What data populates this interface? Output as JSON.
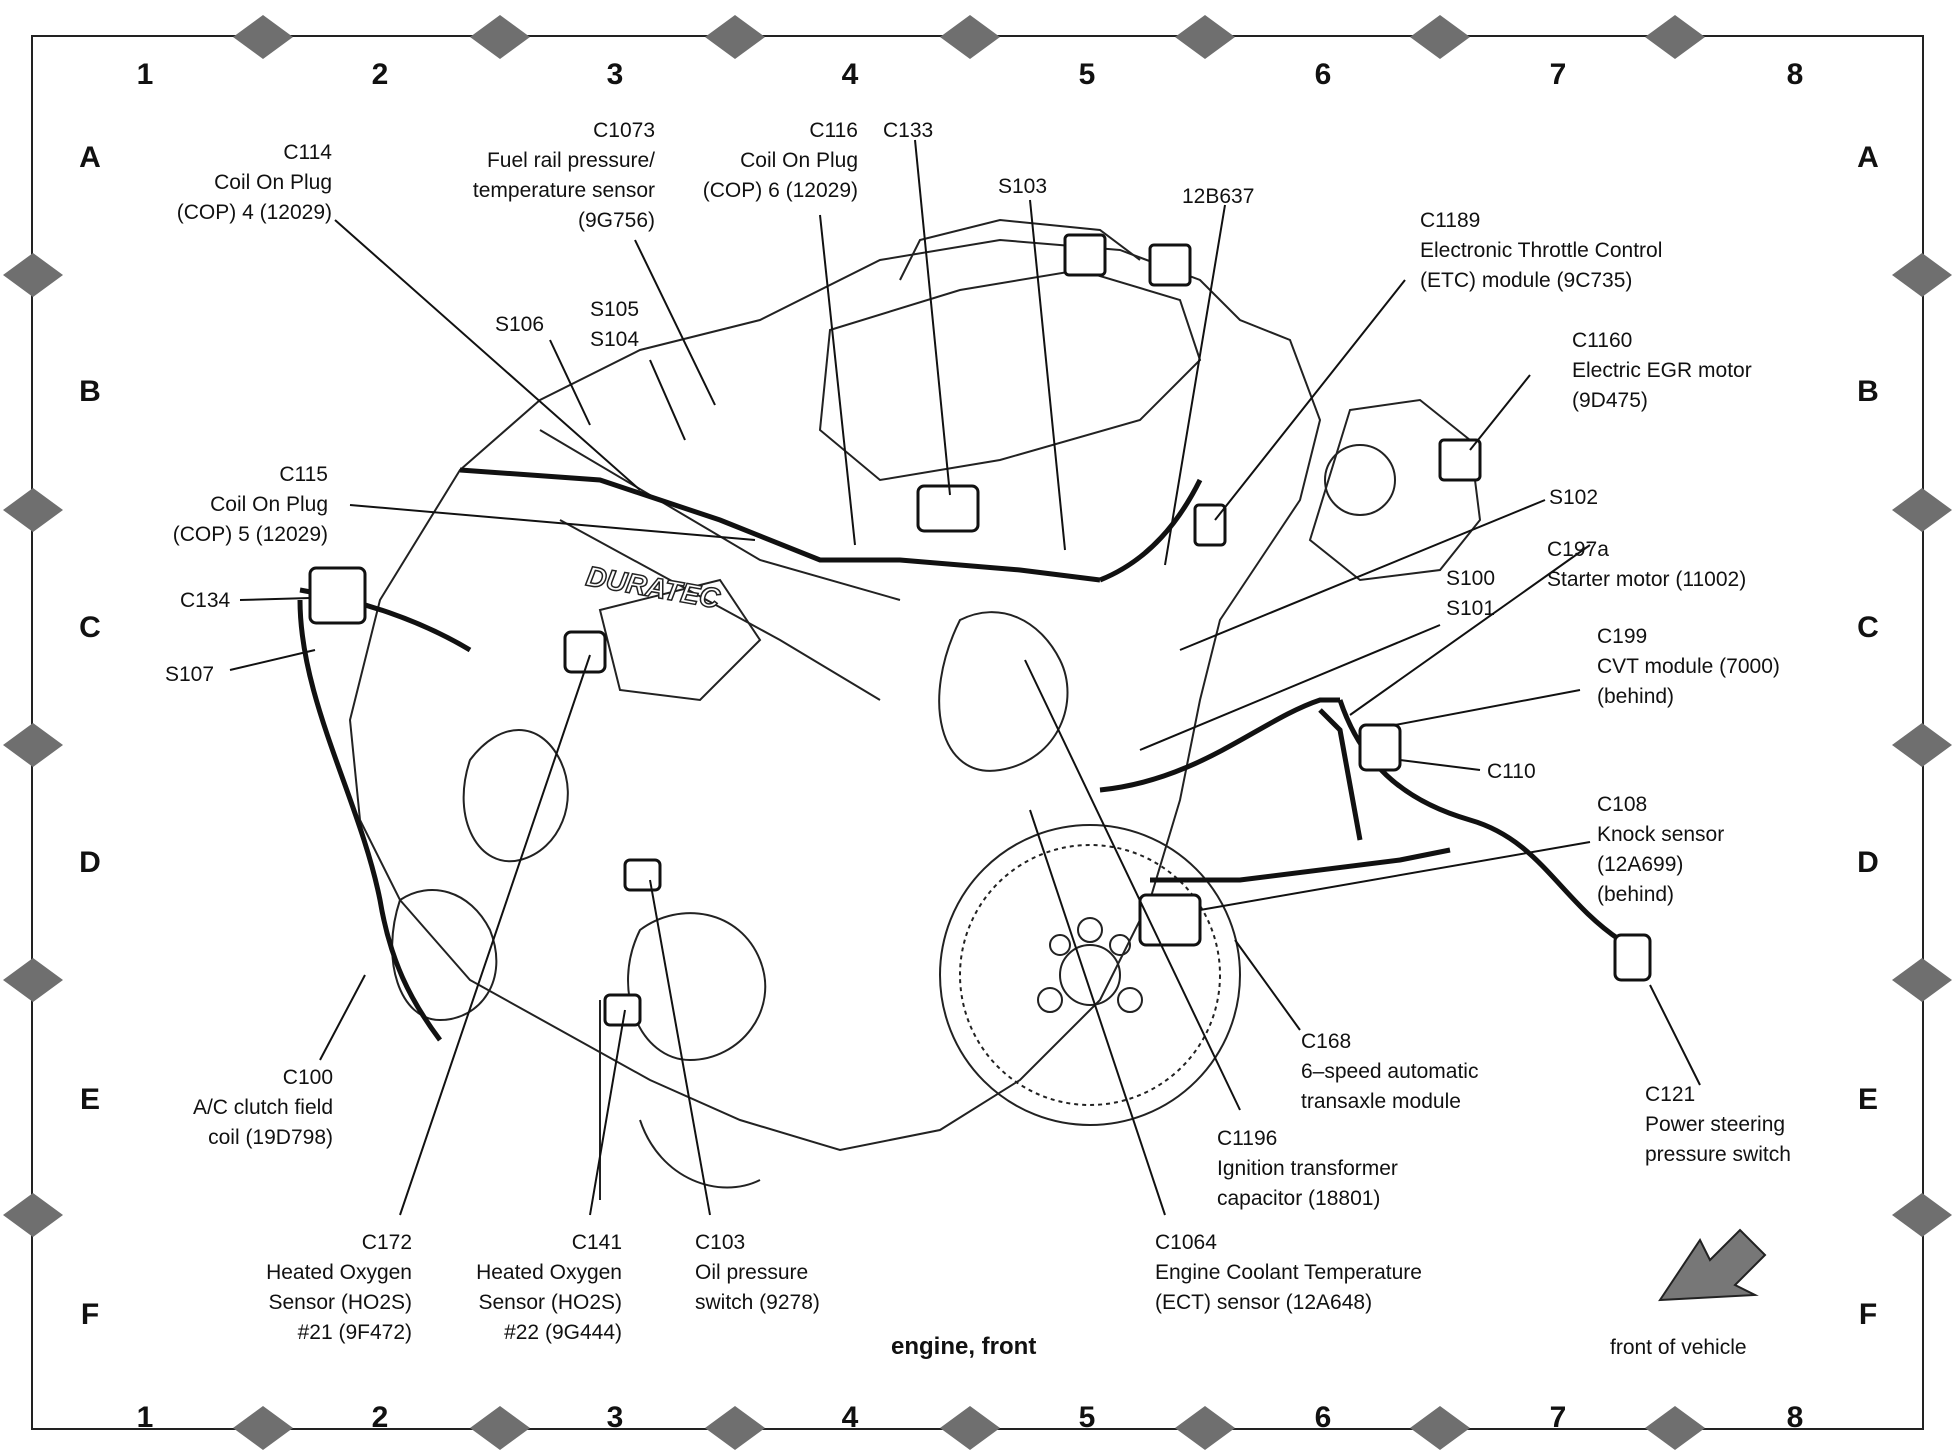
{
  "diagram": {
    "caption": "engine, front",
    "front_indicator": "front of vehicle",
    "grid": {
      "columns": [
        "1",
        "2",
        "3",
        "4",
        "5",
        "6",
        "7",
        "8"
      ],
      "rows": [
        "A",
        "B",
        "C",
        "D",
        "E",
        "F"
      ]
    },
    "callouts": [
      {
        "id": "c114",
        "lines": [
          "C114",
          "Coil On Plug",
          "(COP) 4 (12029)"
        ]
      },
      {
        "id": "c1073",
        "lines": [
          "C1073",
          "Fuel rail pressure/",
          "temperature sensor",
          "(9G756)"
        ]
      },
      {
        "id": "c116",
        "lines": [
          "C116",
          "Coil On Plug",
          "(COP) 6 (12029)"
        ]
      },
      {
        "id": "c133",
        "lines": [
          "C133"
        ]
      },
      {
        "id": "s103",
        "lines": [
          "S103"
        ]
      },
      {
        "id": "12b637",
        "lines": [
          "12B637"
        ]
      },
      {
        "id": "c1189",
        "lines": [
          "C1189",
          "Electronic Throttle Control",
          "(ETC) module (9C735)"
        ]
      },
      {
        "id": "c1160",
        "lines": [
          "C1160",
          "Electric EGR motor",
          "(9D475)"
        ]
      },
      {
        "id": "s106",
        "lines": [
          "S106"
        ]
      },
      {
        "id": "s105",
        "lines": [
          "S105",
          "S104"
        ]
      },
      {
        "id": "c115",
        "lines": [
          "C115",
          "Coil On Plug",
          "(COP) 5 (12029)"
        ]
      },
      {
        "id": "s102",
        "lines": [
          "S102"
        ]
      },
      {
        "id": "c197a",
        "lines": [
          "C197a",
          "Starter motor (11002)"
        ]
      },
      {
        "id": "s100",
        "lines": [
          "S100",
          "S101"
        ]
      },
      {
        "id": "c134",
        "lines": [
          "C134"
        ]
      },
      {
        "id": "s107",
        "lines": [
          "S107"
        ]
      },
      {
        "id": "c199",
        "lines": [
          "C199",
          "CVT module (7000)",
          "(behind)"
        ]
      },
      {
        "id": "c110",
        "lines": [
          "C110"
        ]
      },
      {
        "id": "c108",
        "lines": [
          "C108",
          "Knock sensor",
          "(12A699)",
          "(behind)"
        ]
      },
      {
        "id": "c168",
        "lines": [
          "C168",
          "6–speed automatic",
          "transaxle module"
        ]
      },
      {
        "id": "c121",
        "lines": [
          "C121",
          "Power steering",
          "pressure switch"
        ]
      },
      {
        "id": "c100",
        "lines": [
          "C100",
          "A/C clutch field",
          "coil (19D798)"
        ]
      },
      {
        "id": "c1196",
        "lines": [
          "C1196",
          "Ignition transformer",
          "capacitor (18801)"
        ]
      },
      {
        "id": "c172",
        "lines": [
          "C172",
          "Heated Oxygen",
          "Sensor (HO2S)",
          "#21 (9F472)"
        ]
      },
      {
        "id": "c141",
        "lines": [
          "C141",
          "Heated Oxygen",
          "Sensor (HO2S)",
          "#22 (9G444)"
        ]
      },
      {
        "id": "c103",
        "lines": [
          "C103",
          "Oil pressure",
          "switch (9278)"
        ]
      },
      {
        "id": "c1064",
        "lines": [
          "C1064",
          "Engine Coolant Temperature",
          "(ECT) sensor (12A648)"
        ]
      }
    ],
    "engine_logo_text": "DURATEC"
  }
}
